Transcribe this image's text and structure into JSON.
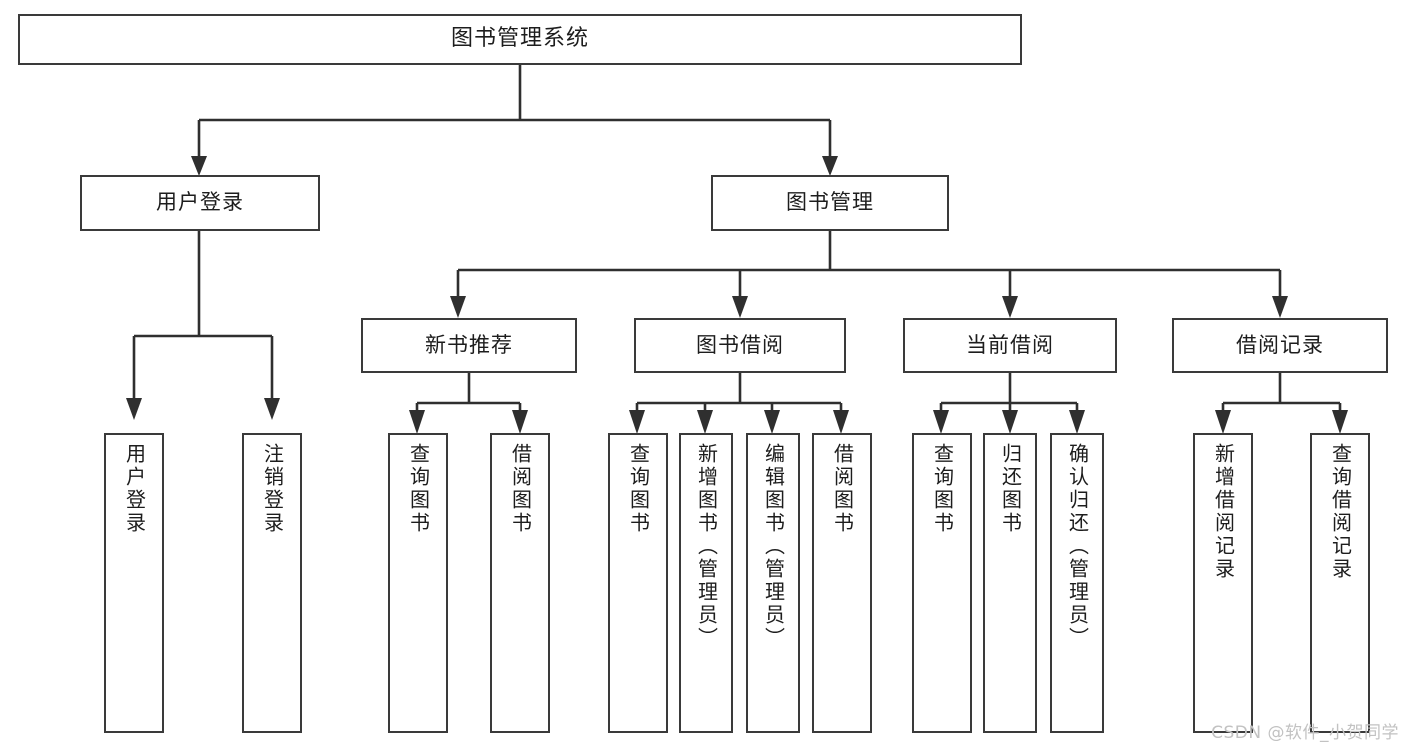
{
  "diagram": {
    "type": "tree-hierarchy-chart",
    "title": "图书管理系统",
    "background_color": "#ffffff",
    "line_color": "#2f2f2f",
    "box_border_color": "#3a3a3a",
    "text_color": "#1d1d1d"
  },
  "root": {
    "label": "图书管理系统"
  },
  "level2": [
    {
      "label": "用户登录"
    },
    {
      "label": "图书管理"
    }
  ],
  "level3": [
    {
      "label": "新书推荐"
    },
    {
      "label": "图书借阅"
    },
    {
      "label": "当前借阅"
    },
    {
      "label": "借阅记录"
    }
  ],
  "leaves": {
    "user_login": [
      {
        "label": "用户登录"
      },
      {
        "label": "注销登录"
      }
    ],
    "new_book": [
      {
        "label": "查询图书"
      },
      {
        "label": "借阅图书"
      }
    ],
    "book_borrow": [
      {
        "label": "查询图书"
      },
      {
        "label": "新增图书（管理员）"
      },
      {
        "label": "编辑图书（管理员）"
      },
      {
        "label": "借阅图书"
      }
    ],
    "current_borrow": [
      {
        "label": "查询图书"
      },
      {
        "label": "归还图书"
      },
      {
        "label": "确认归还（管理员）"
      }
    ],
    "borrow_record": [
      {
        "label": "新增借阅记录"
      },
      {
        "label": "查询借阅记录"
      }
    ]
  },
  "watermark": {
    "text": "CSDN @软件_小贺同学"
  }
}
